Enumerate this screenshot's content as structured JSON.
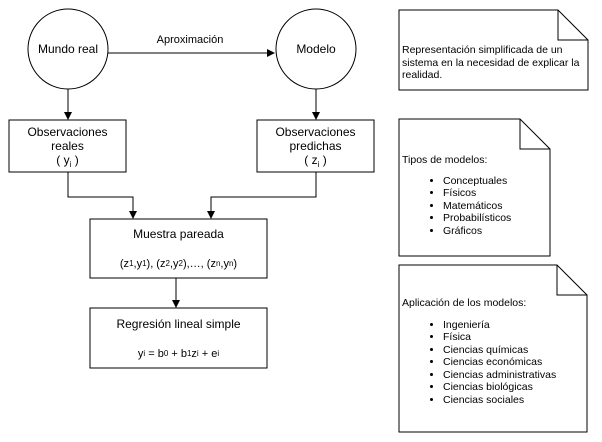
{
  "nodes": {
    "mundo_real": "Mundo real",
    "modelo": "Modelo",
    "observaciones_reales": {
      "line1": "Observaciones",
      "line2": "reales",
      "sym": "y",
      "sub": "i"
    },
    "observaciones_predichas": {
      "line1": "Observaciones",
      "line2": "predichas",
      "sym": "z",
      "sub": "i"
    },
    "muestra_pareada": {
      "title": "Muestra pareada"
    },
    "regresion": {
      "title": "Regresión lineal simple"
    }
  },
  "edges": {
    "aproximacion": "Aproximación"
  },
  "notes": {
    "definicion": "Representación simplificada de un sistema en la necesidad de explicar la realidad.",
    "tipos": {
      "title": "Tipos de modelos:",
      "items": [
        "Conceptuales",
        "Físicos",
        "Matemáticos",
        "Probabilísticos",
        "Gráficos"
      ]
    },
    "aplicacion": {
      "title": "Aplicación de los modelos:",
      "items": [
        "Ingeniería",
        "Física",
        "Ciencias químicas",
        "Ciencias económicas",
        "Ciencias administrativas",
        "Ciencias biológicas",
        "Ciencias sociales"
      ]
    }
  },
  "colors": {
    "stroke": "#000000",
    "fill": "#ffffff"
  }
}
